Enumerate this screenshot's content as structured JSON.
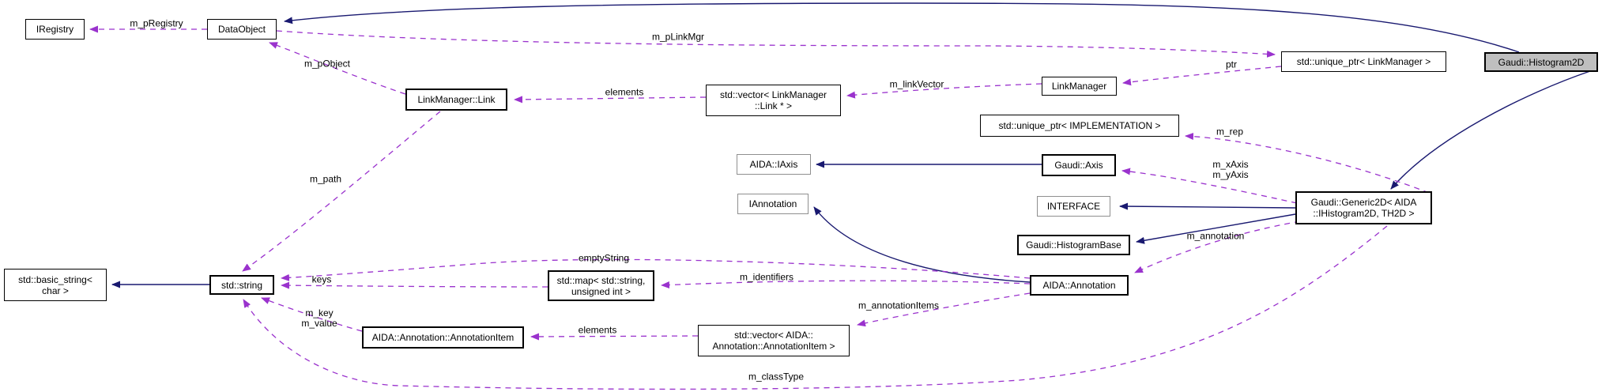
{
  "diagram": {
    "colors": {
      "inheritance_edge": "#191970",
      "usage_edge": "#9a32cd",
      "selected_fill": "#bfbfbf",
      "background": "#ffffff"
    },
    "nodes": {
      "iregistry": "IRegistry",
      "dataobject": "DataObject",
      "linkmanager_link": "LinkManager::Link",
      "vector_link": "std::vector< LinkManager\n::Link * >",
      "linkmanager": "LinkManager",
      "uniqueptr_linkmanager": "std::unique_ptr< LinkManager >",
      "histogram2d": "Gaudi::Histogram2D",
      "uniqueptr_implementation": "std::unique_ptr< IMPLEMENTATION >",
      "aida_iaxis": "AIDA::IAxis",
      "gaudi_axis": "Gaudi::Axis",
      "iannotation": "IAnnotation",
      "interface": "INTERFACE",
      "generic2d": "Gaudi::Generic2D< AIDA\n::IHistogram2D, TH2D >",
      "histogrambase": "Gaudi::HistogramBase",
      "aida_annotation": "AIDA::Annotation",
      "basic_string": "std::basic_string<\nchar >",
      "std_string": "std::string",
      "std_map": "std::map< std::string,\nunsigned int >",
      "annotationitem": "AIDA::Annotation::AnnotationItem",
      "vector_annotationitem": "std::vector< AIDA::\nAnnotation::AnnotationItem >"
    },
    "edge_labels": {
      "m_pregistry": "m_pRegistry",
      "m_plinkmgr": "m_pLinkMgr",
      "m_pobject": "m_pObject",
      "elements_top": "elements",
      "m_linkvector": "m_linkVector",
      "ptr": "ptr",
      "m_rep": "m_rep",
      "m_xaxis_m_yaxis": "m_xAxis\nm_yAxis",
      "m_annotation": "m_annotation",
      "emptystring": "emptyString",
      "keys": "keys",
      "m_identifiers": "m_identifiers",
      "m_annotationitems": "m_annotationItems",
      "m_key_m_value": "m_key\nm_value",
      "elements_bottom": "elements",
      "m_classtype": "m_classType",
      "m_path": "m_path"
    }
  }
}
